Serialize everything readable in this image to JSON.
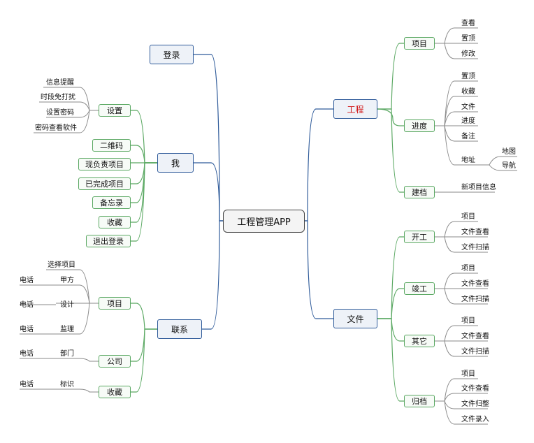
{
  "root": "工程管理APP",
  "colors": {
    "main_line": "#2f5b9a",
    "sub_line": "#5aa862",
    "leaf_line": "#8a8a8a",
    "highlight_text": "#d01010"
  },
  "right": {
    "engineering": {
      "label": "工程",
      "project": {
        "label": "项目",
        "items": [
          "查看",
          "置顶",
          "修改"
        ]
      },
      "progress": {
        "label": "进度",
        "items": [
          "置顶",
          "收藏",
          "文件",
          "进度",
          "备注"
        ],
        "address": {
          "label": "地址",
          "items": [
            "地图",
            "导航"
          ]
        }
      },
      "archive": {
        "label": "建档",
        "items": [
          "新项目信息"
        ]
      }
    },
    "files": {
      "label": "文件",
      "start": {
        "label": "开工",
        "items": [
          "项目",
          "文件查看",
          "文件扫描"
        ]
      },
      "complete": {
        "label": "竣工",
        "items": [
          "项目",
          "文件查看",
          "文件扫描"
        ]
      },
      "other": {
        "label": "其它",
        "items": [
          "项目",
          "文件查看",
          "文件扫描"
        ]
      },
      "filing": {
        "label": "归档",
        "items": [
          "项目",
          "文件查看",
          "文件归整",
          "文件录入"
        ]
      }
    }
  },
  "left": {
    "login": {
      "label": "登录"
    },
    "me": {
      "label": "我",
      "settings": {
        "label": "设置",
        "items": [
          "信息提醒",
          "时段免打扰",
          "设置密码",
          "密码查看软件"
        ]
      },
      "children": [
        "二维码",
        "现负责项目",
        "已完成项目",
        "备忘录",
        "收藏",
        "退出登录"
      ]
    },
    "contacts": {
      "label": "联系",
      "project": {
        "label": "项目",
        "top_item": "选择项目",
        "roles": [
          {
            "name": "甲方",
            "phone": "电话"
          },
          {
            "name": "设计",
            "phone": "电话"
          },
          {
            "name": "监理",
            "phone": "电话"
          }
        ]
      },
      "company": {
        "label": "公司",
        "roles": [
          {
            "name": "部门",
            "phone": "电话"
          }
        ]
      },
      "favorites": {
        "label": "收藏",
        "roles": [
          {
            "name": "标识",
            "phone": "电话"
          }
        ]
      }
    }
  }
}
